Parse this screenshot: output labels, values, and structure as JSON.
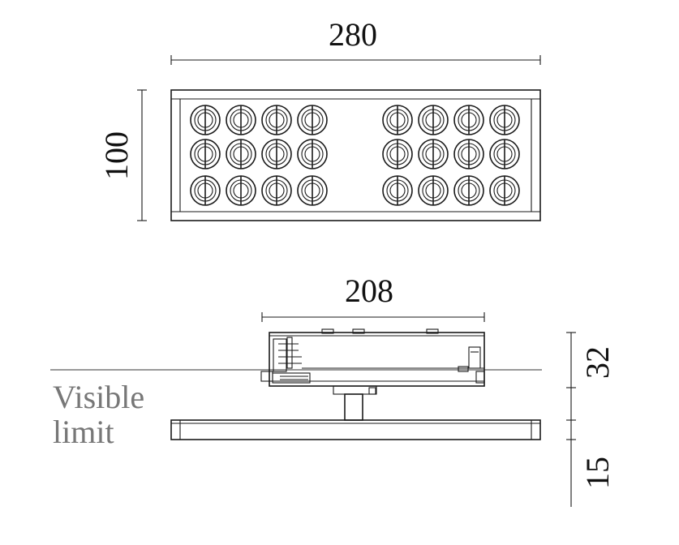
{
  "dimensions": {
    "top_width": "280",
    "top_height": "100",
    "side_width": "208",
    "side_height_upper": "32",
    "side_height_lower": "15"
  },
  "labels": {
    "visible_limit_line1": "Visible",
    "visible_limit_line2": "limit"
  },
  "lens_grid": {
    "rows": 3,
    "cols_per_group": 4,
    "groups": 2
  },
  "colors": {
    "ink": "#1a1a1a",
    "label_grey": "#777777"
  }
}
